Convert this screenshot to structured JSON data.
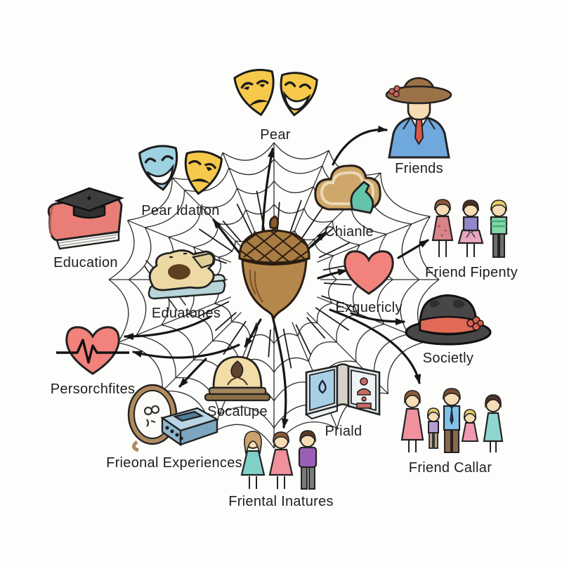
{
  "diagram": {
    "center": {
      "icon": "acorn-icon"
    },
    "nodes": [
      {
        "id": "pear",
        "label": "Pear",
        "icon": "theater-masks-icon"
      },
      {
        "id": "friends",
        "label": "Friends",
        "icon": "person-cowboy-hat-icon"
      },
      {
        "id": "chianle",
        "label": "Chianle",
        "icon": "cloud-leaf-icon"
      },
      {
        "id": "friend-fipenty",
        "label": "Friend Fipenty",
        "icon": "three-people-icon"
      },
      {
        "id": "exquericly",
        "label": "Exquericly",
        "icon": "heart-icon"
      },
      {
        "id": "societly",
        "label": "Societly",
        "icon": "fedora-hat-icon"
      },
      {
        "id": "friend-callar",
        "label": "Friend Callar",
        "icon": "family-icon"
      },
      {
        "id": "priald",
        "label": "Priald",
        "icon": "open-book-icon"
      },
      {
        "id": "friental-inatures",
        "label": "Friental Inatures",
        "icon": "three-people-icon"
      },
      {
        "id": "socalupe",
        "label": "Socalupe",
        "icon": "bell-jar-seed-icon"
      },
      {
        "id": "frieonal-experiences",
        "label": "Frieonal Experiences",
        "icon": "mirror-console-icon"
      },
      {
        "id": "persorchfites",
        "label": "Persorchfites",
        "icon": "heartbeat-heart-icon"
      },
      {
        "id": "eduatones",
        "label": "Eduatones",
        "icon": "sandwich-icon"
      },
      {
        "id": "education",
        "label": "Education",
        "icon": "book-graduation-cap-icon"
      },
      {
        "id": "pear-idation",
        "label": "Pear Idation",
        "icon": "two-color-masks-icon"
      }
    ],
    "colors": {
      "background": "#fdfdfb",
      "web_line": "#2e2e2e",
      "arrow": "#161616",
      "label": "#1e1e1e",
      "mask_yellow": "#f6c94a",
      "mask_blue": "#9ed2e0",
      "heart_red": "#f2827c",
      "acorn_brown": "#b5874b",
      "acorn_cap": "#a87c42",
      "leaf_teal": "#64c3ab",
      "hat_black": "#474747",
      "hat_band_red": "#e06a57",
      "book_red": "#e87e76",
      "suit_blue": "#6fa8dc",
      "page_blue": "#a8cfe5",
      "dome_cream": "#f3dda6",
      "cloud_tan": "#cfa76a",
      "console_blue": "#8fb8d0"
    }
  }
}
